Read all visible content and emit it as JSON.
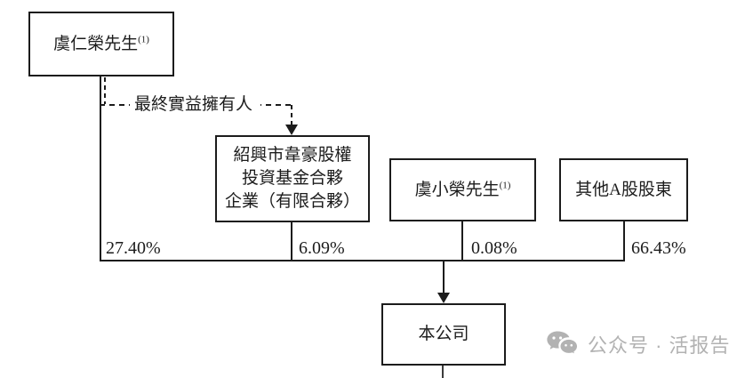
{
  "diagram": {
    "nodes": {
      "yu_renrong": {
        "name": "虞仁榮先生",
        "sup": "(1)"
      },
      "shaoxing_fund": {
        "lines": [
          "紹興市韋豪股權",
          "投資基金合夥",
          "企業（有限合夥）"
        ]
      },
      "yu_xiaorong": {
        "name": "虞小榮先生",
        "sup": "(1)"
      },
      "other_a_shareholders": {
        "name": "其他A股股東"
      },
      "company": {
        "name": "本公司"
      }
    },
    "edge_labels": {
      "ultimate_beneficial_owner": "最終實益擁有人",
      "pct_yu_renrong": "27.40%",
      "pct_shaoxing_fund": "6.09%",
      "pct_yu_xiaorong": "0.08%",
      "pct_other_a_shareholders": "66.43%"
    }
  },
  "watermark": {
    "icon": "wechat-icon",
    "text": "公众号 · 活报告"
  },
  "colors": {
    "line": "#1c1c1c",
    "text": "#1c1c1c",
    "watermark": "#b2b2b2",
    "background": "#ffffff"
  }
}
